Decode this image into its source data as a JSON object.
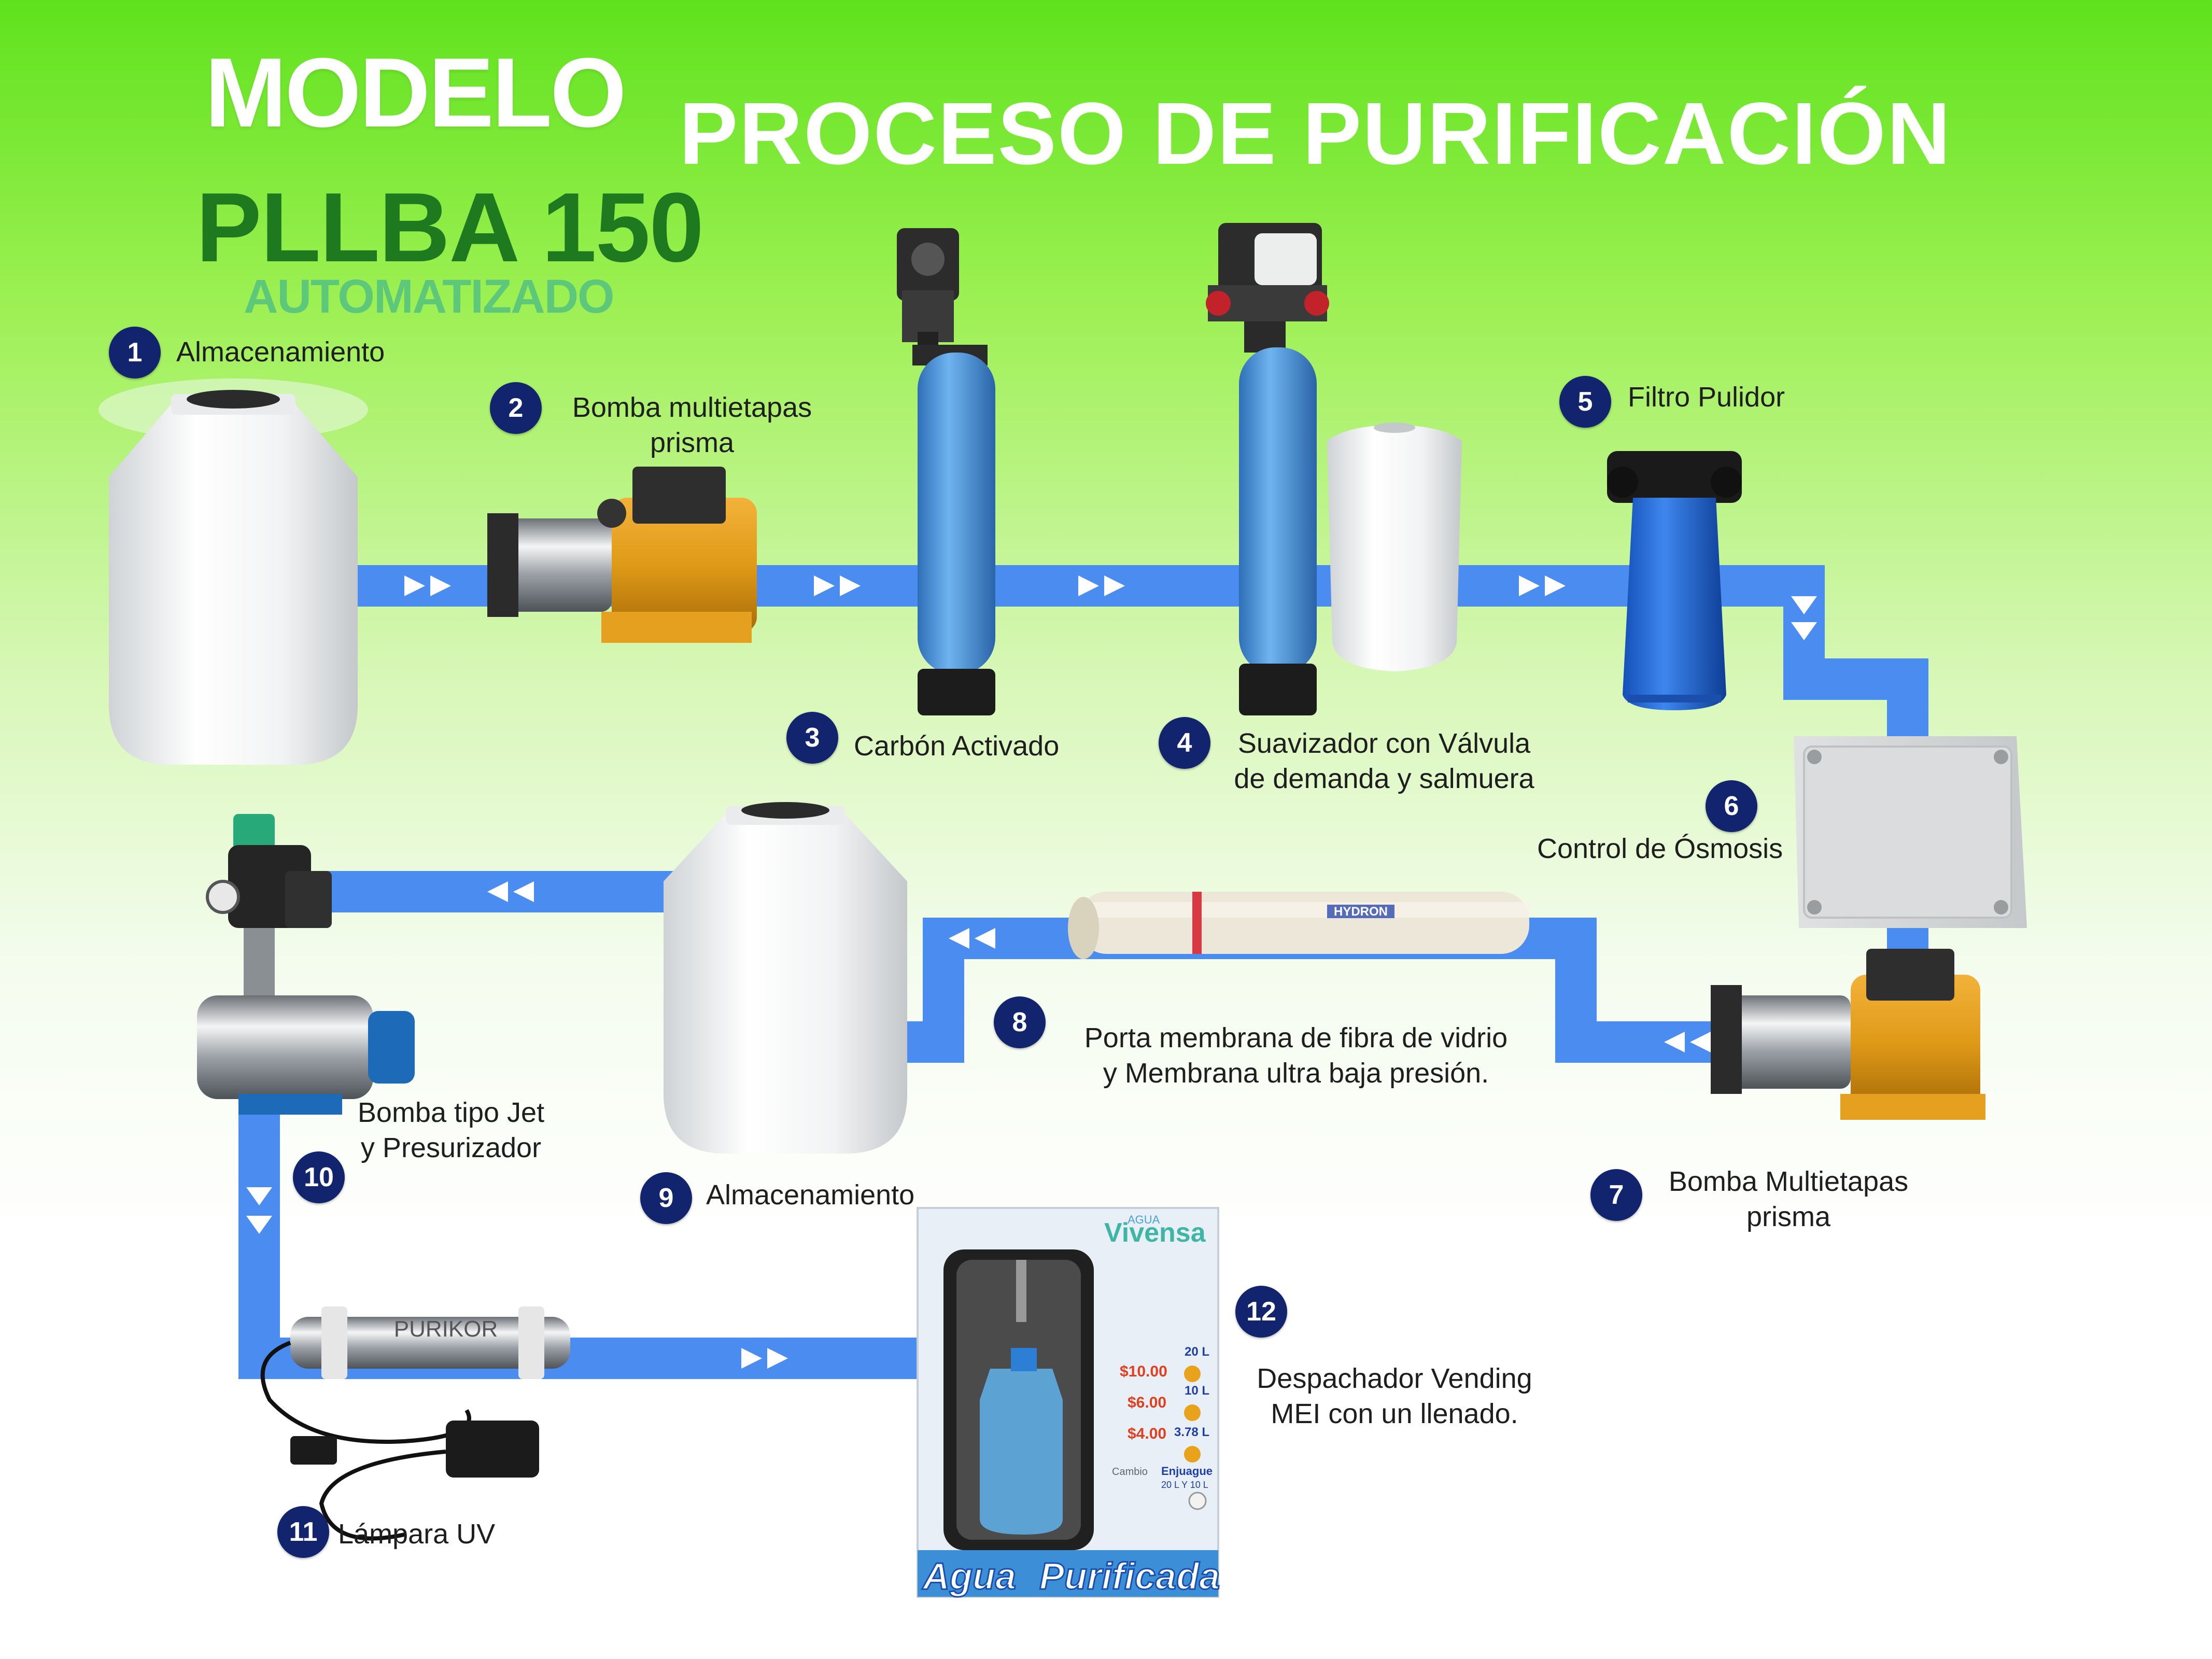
{
  "title": {
    "line1": "MODELO",
    "line2": "PLLBA 150",
    "line3": "AUTOMATIZADO",
    "process": "PROCESO DE PURIFICACIÓN"
  },
  "steps": [
    {
      "num": "1",
      "label": "Almacenamiento"
    },
    {
      "num": "2",
      "label_l1": "Bomba multietapas",
      "label_l2": "prisma"
    },
    {
      "num": "3",
      "label": "Carbón Activado"
    },
    {
      "num": "4",
      "label_l1": "Suavizador con Válvula",
      "label_l2": "de demanda y salmuera"
    },
    {
      "num": "5",
      "label": "Filtro Pulidor"
    },
    {
      "num": "6",
      "label": "Control de Ósmosis"
    },
    {
      "num": "7",
      "label_l1": "Bomba Multietapas",
      "label_l2": "prisma"
    },
    {
      "num": "8",
      "label_l1": "Porta membrana de fibra de vidrio",
      "label_l2": "y Membrana ultra baja presión."
    },
    {
      "num": "9",
      "label": "Almacenamiento"
    },
    {
      "num": "10",
      "label_l1": "Bomba tipo Jet",
      "label_l2": "y Presurizador"
    },
    {
      "num": "11",
      "label": "Lámpara UV"
    },
    {
      "num": "12",
      "label_l1": "Despachador Vending",
      "label_l2": "MEI con un llenado."
    }
  ],
  "uv_brand": "PURIKOR",
  "membrane_brand": "HYDRON",
  "vending": {
    "brand_top": "AGUA",
    "brand": "Vivensa",
    "price1": "$10.00",
    "vol1": "20 L",
    "price2": "$6.00",
    "vol2": "10 L",
    "price3": "$4.00",
    "vol3": "3.78 L",
    "rinse": "Enjuague",
    "rinse_sub": "20 L Y 10 L",
    "change": "Cambio",
    "bottom_l": "Agua",
    "bottom_r": "Purificada"
  },
  "colors": {
    "pipe": "#4a8cf0",
    "badge": "#13246e",
    "green_dark": "#1f7a1f",
    "green_light": "#5ec87a"
  }
}
